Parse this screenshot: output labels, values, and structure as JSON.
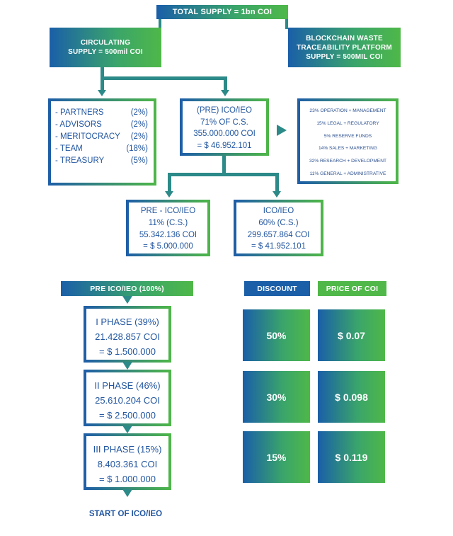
{
  "total_supply": "TOTAL SUPPLY = 1bn COI",
  "circulating": {
    "line1": "CIRCULATING",
    "line2": "SUPPLY = 500mil COI"
  },
  "platform": {
    "line1": "BLOCKCHAIN WASTE",
    "line2": "TRACEABILITY PLATFORM",
    "line3": "SUPPLY = 500MIL COI"
  },
  "allocation": [
    {
      "label": "- PARTNERS",
      "value": "(2%)"
    },
    {
      "label": "- ADVISORS",
      "value": "(2%)"
    },
    {
      "label": "- MERITOCRACY",
      "value": "(2%)"
    },
    {
      "label": "- TEAM",
      "value": "(18%)"
    },
    {
      "label": "- TREASURY",
      "value": "(5%)"
    }
  ],
  "ico_main": {
    "line1": "(PRE) ICO/IEO",
    "line2": "71% OF C.S.",
    "line3": "355.000.000 COI",
    "line4": "= $ 46.952.101"
  },
  "use_of_funds": [
    "23% OPERATION + MANAGEMENT",
    "15% LEGAL + REGULATORY",
    "5% RESERVE FUNDS",
    "14% SALES + MARKETING",
    "32% RESEARCH + DEVELOPMENT",
    "11% GENERAL + ADMINISTRATIVE"
  ],
  "pre_ico": {
    "line1": "PRE - ICO/IEO",
    "line2": "11% (C.S.)",
    "line3": "55.342.136 COI",
    "line4": "= $ 5.000.000"
  },
  "ico": {
    "line1": "ICO/IEO",
    "line2": "60% (C.S.)",
    "line3": "299.657.864 COI",
    "line4": "= $ 41.952.101"
  },
  "pre_ico_header": "PRE ICO/IEO (100%)",
  "phases": [
    {
      "line1": "I PHASE (39%)",
      "line2": "21.428.857 COI",
      "line3": "= $ 1.500.000"
    },
    {
      "line1": "II PHASE (46%)",
      "line2": "25.610.204 COI",
      "line3": "= $ 2.500.000"
    },
    {
      "line1": "III PHASE (15%)",
      "line2": "8.403.361 COI",
      "line3": "= $ 1.000.000"
    }
  ],
  "discount_header": "DISCOUNT",
  "price_header": "PRICE OF COI",
  "discounts": [
    "50%",
    "30%",
    "15%"
  ],
  "prices": [
    "$ 0.07",
    "$ 0.098",
    "$ 0.119"
  ],
  "start_label": "START OF ICO/IEO",
  "colors": {
    "blue": "#1a5fa8",
    "green": "#4fb848",
    "teal": "#2c8a88",
    "text_blue": "#2256a0"
  }
}
